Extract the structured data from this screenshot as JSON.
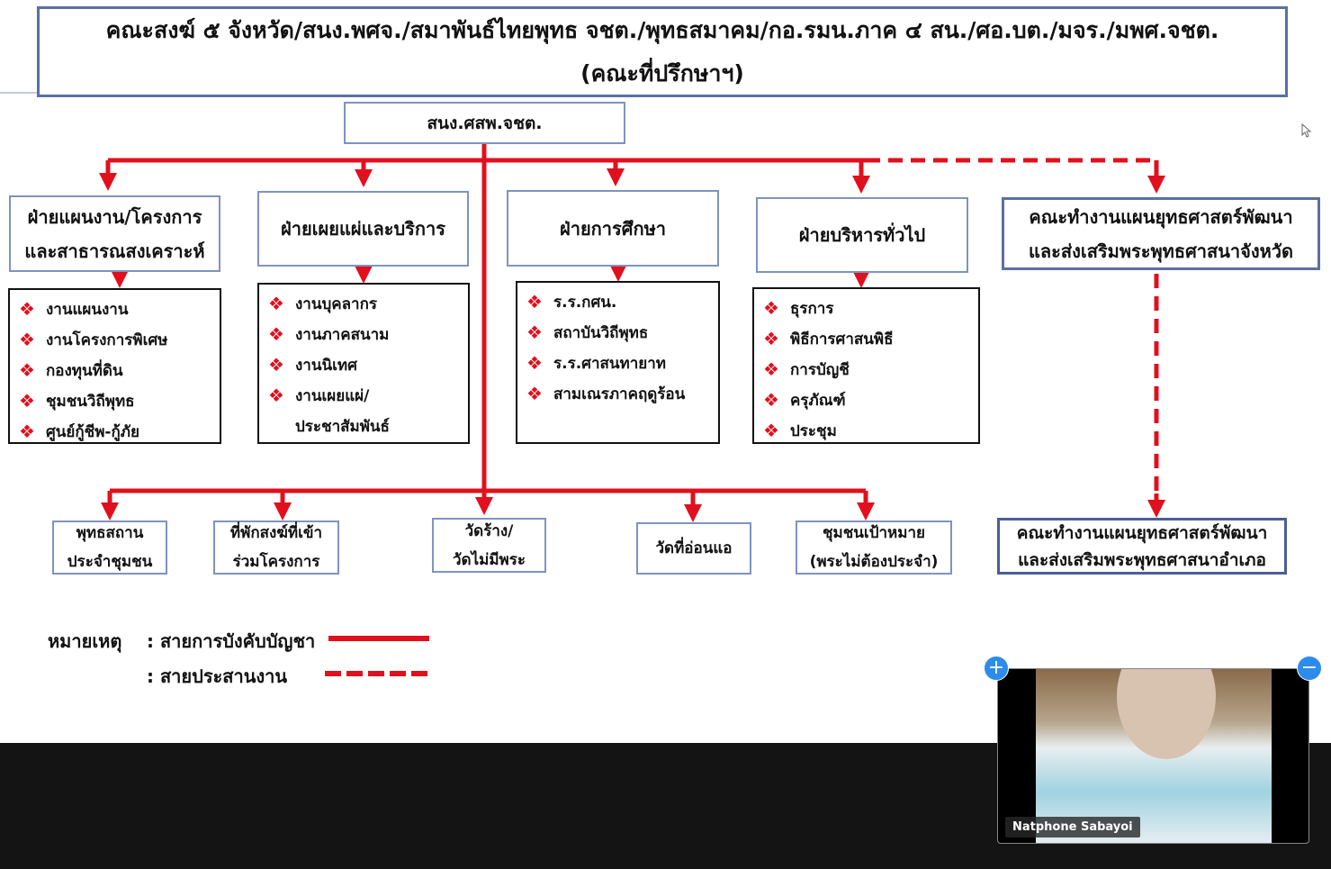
{
  "header": {
    "title_line1": "คณะสงฆ์ ๕ จังหวัด/สนง.พศจ./สมาพันธ์ไทยพุทธ จชต./พุทธสมาคม/กอ.รมน.ภาค ๔ สน./ศอ.บต./มจร./มพศ.จชต.",
    "title_line2": "(คณะที่ปรึกษาฯ)"
  },
  "root": {
    "label": "สนง.ศสพ.จชต."
  },
  "departments": [
    {
      "line1": "ฝ่ายแผนงาน/โครงการ",
      "line2": "และสาธารณสงเคราะห์",
      "items": [
        "งานแผนงาน",
        "งานโครงการพิเศษ",
        "กองทุนที่ดิน",
        "ชุมชนวิถีพุทธ",
        "ศูนย์กู้ชีพ-กู้ภัย"
      ]
    },
    {
      "line1": "ฝ่ายเผยแผ่และบริการ",
      "items": [
        "งานบุคลากร",
        "งานภาคสนาม",
        "งานนิเทศ",
        "งานเผยแผ่/"
      ],
      "item_continuation": "ประชาสัมพันธ์"
    },
    {
      "line1": "ฝ่ายการศึกษา",
      "items": [
        "ร.ร.กศน.",
        "สถาบันวิถีพุทธ",
        "ร.ร.ศาสนทายาท",
        "สามเณรภาคฤดูร้อน"
      ]
    },
    {
      "line1": "ฝ่ายบริหารทั่วไป",
      "items": [
        "ธุรการ",
        "พิธีการศาสนพิธี",
        "การบัญชี",
        "ครุภัณฑ์",
        "ประชุม"
      ]
    }
  ],
  "province_committee": {
    "line1": "คณะทำงานแผนยุทธศาสตร์พัฒนา",
    "line2": "และส่งเสริมพระพุทธศาสนาจังหวัด"
  },
  "district_committee": {
    "line1": "คณะทำงานแผนยุทธศาสตร์พัฒนา",
    "line2": "และส่งเสริมพระพุทธศาสนาอำเภอ"
  },
  "units": [
    {
      "line1": "พุทธสถาน",
      "line2": "ประจำชุมชน"
    },
    {
      "line1": "ที่พักสงฆ์ที่เข้า",
      "line2": "ร่วมโครงการ"
    },
    {
      "line1": "วัดร้าง/",
      "line2": "วัดไม่มีพระ"
    },
    {
      "line1": "วัดที่อ่อนแอ"
    },
    {
      "line1": "ชุมชนเป้าหมาย",
      "line2": "(พระไม่ต้องประจำ)"
    }
  ],
  "legend": {
    "title": "หมายเหตุ",
    "solid": ": สายการบังคับบัญชา",
    "dashed": ": สายประสานงาน"
  },
  "video": {
    "participant_name": "Natphone Sabayoi",
    "zoom_in": "+",
    "zoom_out": "−"
  },
  "colors": {
    "line_red": "#e0101e",
    "box_border": "#7f93c0",
    "accent_blue": "#2d8ceb"
  }
}
